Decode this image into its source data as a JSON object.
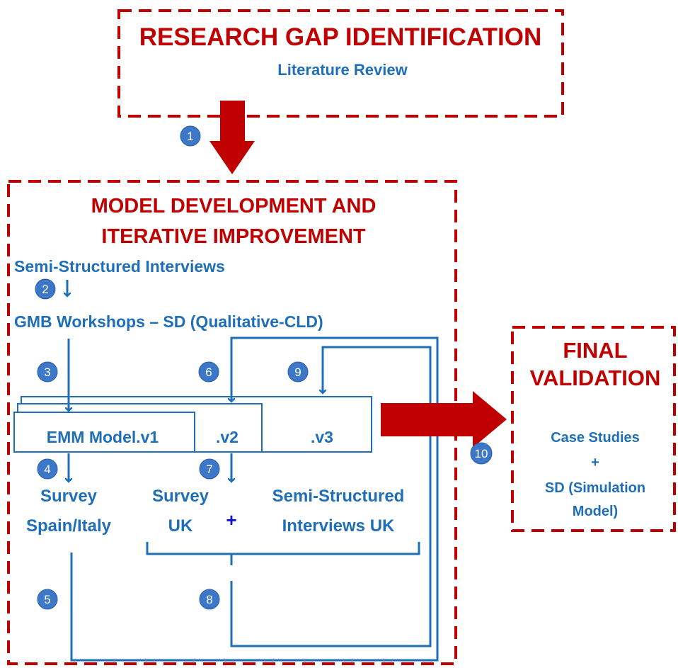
{
  "research_gap": {
    "title": "RESEARCH GAP IDENTIFICATION",
    "subtitle": "Literature Review"
  },
  "model_dev": {
    "title_line1": "MODEL DEVELOPMENT AND",
    "title_line2": "ITERATIVE IMPROVEMENT",
    "semi_structured": "Semi-Structured Interviews",
    "gmb": "GMB Workshops – SD (Qualitative-CLD)",
    "emm_v1": "EMM Model.v1",
    "v2": ".v2",
    "v3": ".v3",
    "survey_spain_line1": "Survey",
    "survey_spain_line2": "Spain/Italy",
    "survey_uk_line1": "Survey",
    "survey_uk_line2": "UK",
    "plus": "+",
    "ssi_uk_line1": "Semi-Structured",
    "ssi_uk_line2": "Interviews UK"
  },
  "final": {
    "title_line1": "FINAL",
    "title_line2": "VALIDATION",
    "case_studies": "Case Studies",
    "plus": "+",
    "sd_line1": "SD (Simulation",
    "sd_line2": "Model)"
  },
  "step_numbers": [
    "1",
    "2",
    "3",
    "4",
    "5",
    "6",
    "7",
    "8",
    "9",
    "10"
  ],
  "colors": {
    "red": "#c00000",
    "blue": "#1f6fb8",
    "circle": "#3d78c8"
  }
}
